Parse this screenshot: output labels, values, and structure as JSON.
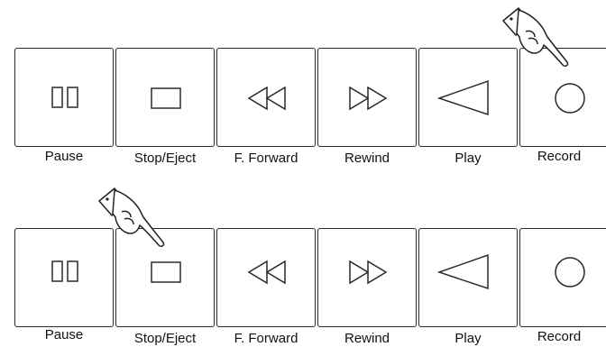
{
  "rows": [
    {
      "buttons": [
        {
          "label": "Pause",
          "icon": "pause-icon"
        },
        {
          "label": "Stop/Eject",
          "icon": "stop-icon"
        },
        {
          "label": "F. Forward",
          "icon": "double-left-triangle-icon"
        },
        {
          "label": "Rewind",
          "icon": "double-right-triangle-icon"
        },
        {
          "label": "Play",
          "icon": "left-triangle-icon"
        },
        {
          "label": "Record",
          "icon": "circle-icon"
        }
      ],
      "pointing_hand_target": "Record"
    },
    {
      "buttons": [
        {
          "label": "Pause",
          "icon": "pause-icon"
        },
        {
          "label": "Stop/Eject",
          "icon": "stop-icon"
        },
        {
          "label": "F. Forward",
          "icon": "double-left-triangle-icon"
        },
        {
          "label": "Rewind",
          "icon": "double-right-triangle-icon"
        },
        {
          "label": "Play",
          "icon": "left-triangle-icon"
        },
        {
          "label": "Record",
          "icon": "circle-icon"
        }
      ],
      "pointing_hand_target": "Stop/Eject"
    }
  ],
  "colors": {
    "stroke": "#2a2a2a",
    "background": "#ffffff"
  }
}
